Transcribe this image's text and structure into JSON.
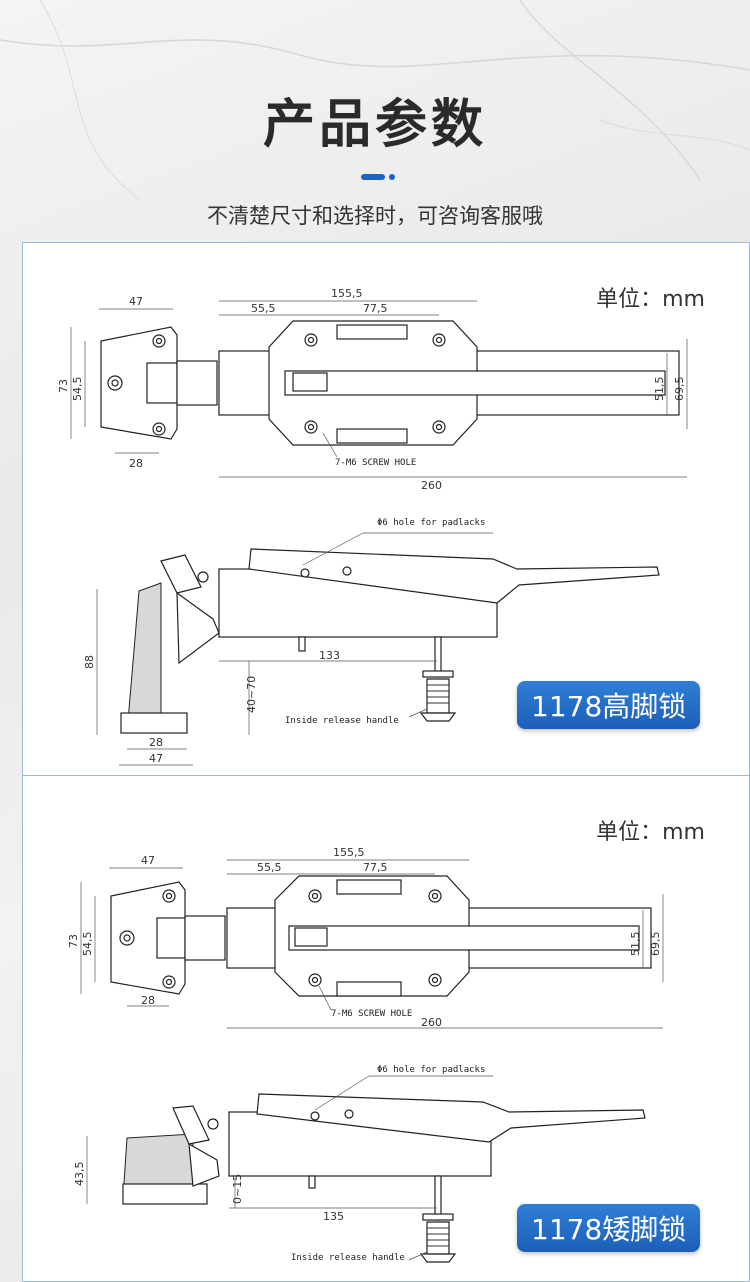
{
  "header": {
    "title": "产品参数",
    "subtitle": "不清楚尺寸和选择时，可咨询客服哦"
  },
  "colors": {
    "accent": "#1c63c7",
    "panel_border": "#9db9d8"
  },
  "panels": [
    {
      "unit_label": "单位：mm",
      "badge": "1178高脚锁",
      "dims": {
        "d47": "47",
        "d155": "155,5",
        "d55": "55,5",
        "d77": "77,5",
        "d73": "73",
        "d54": "54,5",
        "d28": "28",
        "d51": "51,5",
        "d69": "69,5",
        "d260": "260",
        "screw": "7-M6 SCREW HOLE",
        "padlock": "Φ6 hole for padlacks",
        "d88": "88",
        "d4070": "40~70",
        "d133": "133",
        "release": "Inside release handle",
        "b28": "28",
        "b47": "47"
      }
    },
    {
      "unit_label": "单位：mm",
      "badge": "1178矮脚锁",
      "dims": {
        "d47": "47",
        "d155": "155,5",
        "d55": "55,5",
        "d77": "77,5",
        "d73": "73",
        "d54": "54,5",
        "d28": "28",
        "d51": "51,5",
        "d69": "69,5",
        "d260": "260",
        "screw": "7-M6 SCREW HOLE",
        "padlock": "Φ6 hole for padlacks",
        "d43": "43,5",
        "d015": "0~15",
        "d135": "135",
        "release": "Inside release handle"
      }
    }
  ]
}
